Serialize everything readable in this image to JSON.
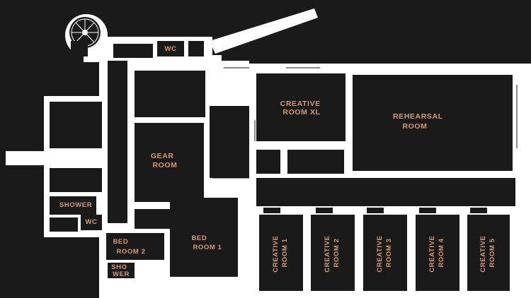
{
  "colors": {
    "background": "#1a1a1a",
    "wall": "#ffffff",
    "room": "#1a1a1a",
    "label": "#d49a70"
  },
  "icons": {
    "stairs": "spiral-staircase-icon"
  },
  "rooms": {
    "wc_top": "WC",
    "creative_xl": [
      "CREATIVE",
      "ROOM XL"
    ],
    "rehearsal": [
      "REHEARSAL",
      "ROOM"
    ],
    "gear": [
      "GEAR",
      "ROOM"
    ],
    "shower_left": "SHOWER",
    "wc_left": "WC",
    "bed2": [
      "BED",
      "ROOM 2"
    ],
    "bed1": [
      "BED",
      "ROOM 1"
    ],
    "shower_small": [
      "SHO",
      "WER"
    ],
    "creative_1": [
      "CREATIVE",
      "ROOM 1"
    ],
    "creative_2": [
      "CREATIVE",
      "ROOM 2"
    ],
    "creative_3": [
      "CREATIVE",
      "ROOM 3"
    ],
    "creative_4": [
      "CREATIVE",
      "ROOM 4"
    ],
    "creative_5": [
      "CREATIVE",
      "ROOM 5"
    ]
  }
}
